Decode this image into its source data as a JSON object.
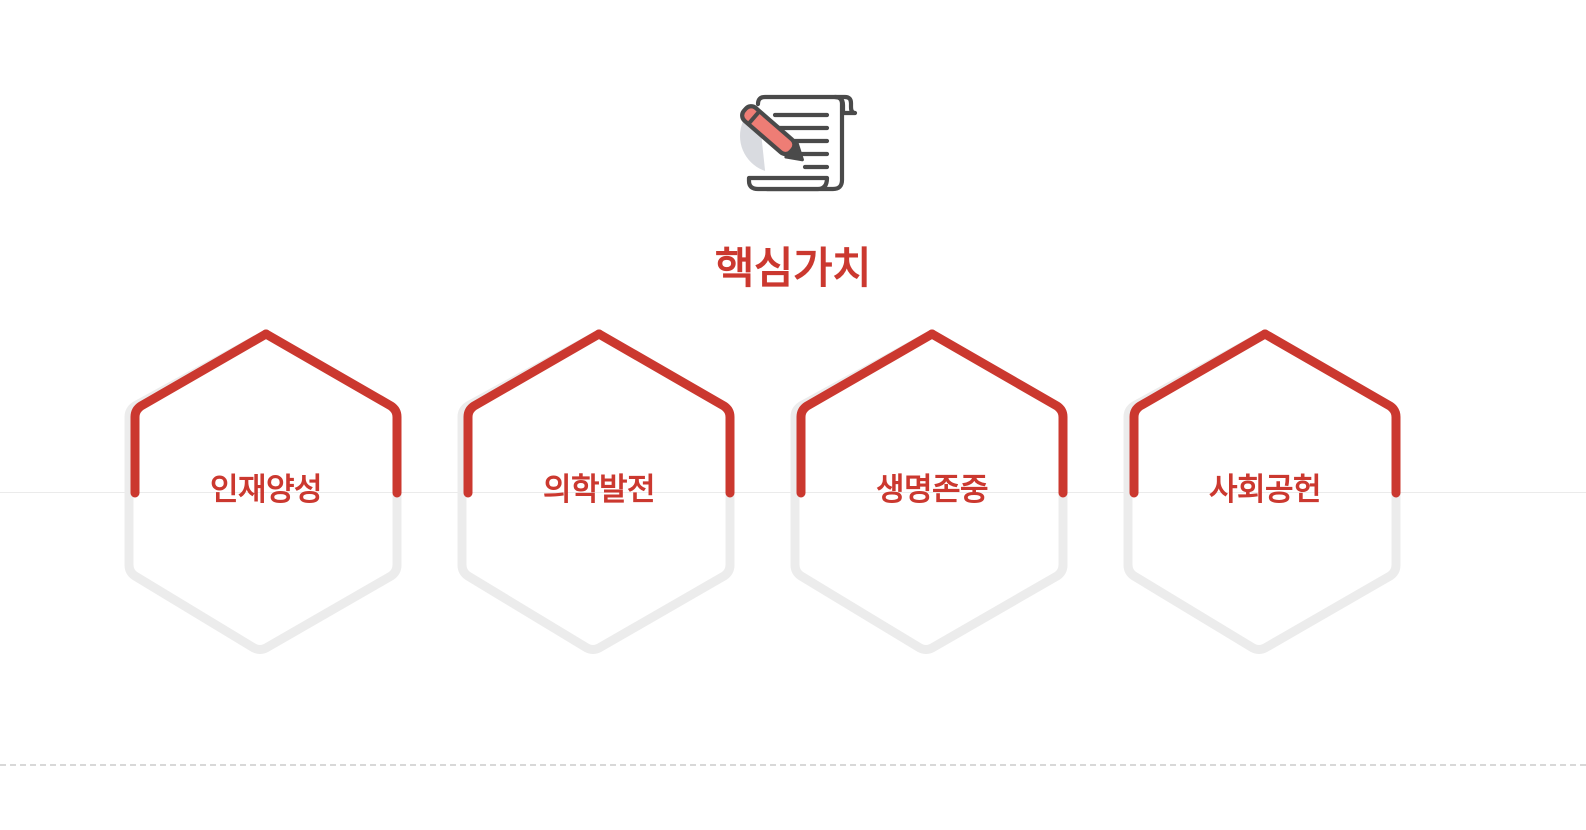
{
  "section": {
    "heading": "핵심가치",
    "icon_name": "scroll-and-pencil-icon"
  },
  "theme": {
    "accent_red": "#cb382f",
    "track_gray": "#ececec",
    "rule_gray": "#ebebeb",
    "dashed_gray": "#d8d8d8",
    "icon_circle": "#d9dbe0",
    "icon_pencil": "#ee7d75",
    "icon_outline": "#4a4a4a",
    "background": "#ffffff"
  },
  "values": [
    {
      "id": "talent-development",
      "label": "인재양성",
      "progress_percent": 50
    },
    {
      "id": "medical-advancement",
      "label": "의학발전",
      "progress_percent": 50
    },
    {
      "id": "respect-for-life",
      "label": "생명존중",
      "progress_percent": 50
    },
    {
      "id": "social-contribution",
      "label": "사회공헌",
      "progress_percent": 50
    }
  ],
  "dividers": {
    "baseline_rule": "solid",
    "bottom_rule": "dashed"
  }
}
